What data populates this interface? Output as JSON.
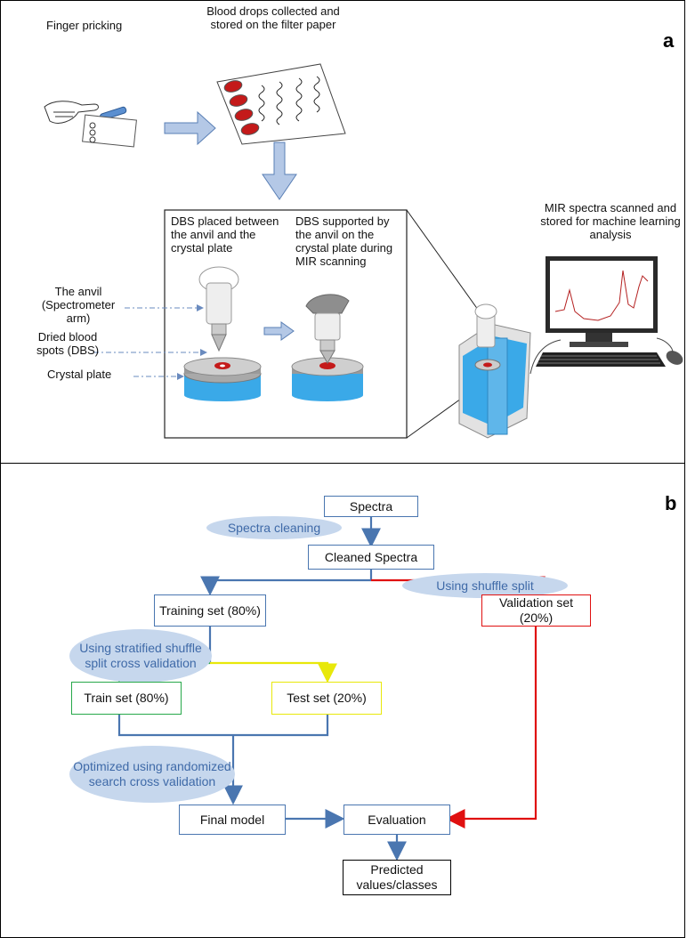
{
  "panel_a": {
    "letter": "a",
    "finger_pricking": "Finger pricking",
    "blood_drops": "Blood drops collected and stored on the filter paper",
    "dbs_placed": "DBS placed between the anvil and the crystal plate",
    "dbs_supported": "DBS supported by the anvil on the crystal plate during MIR scanning",
    "anvil_label": "The anvil (Spectrometer arm)",
    "dbs_label": "Dried blood spots (DBS)",
    "crystal_label": "Crystal plate",
    "mir_label": "MIR spectra scanned and stored for machine learning analysis"
  },
  "panel_b": {
    "letter": "b",
    "spectra": "Spectra",
    "spectra_cleaning": "Spectra cleaning",
    "cleaned_spectra": "Cleaned Spectra",
    "shuffle_split": "Using shuffle split",
    "training_set": "Training set (80%)",
    "validation_set": "Validation set (20%)",
    "stratified": "Using stratified shuffle split cross validation",
    "train_set": "Train set (80%)",
    "test_set": "Test set (20%)",
    "optimized": "Optimized using randomized search cross validation",
    "final_model": "Final model",
    "evaluation": "Evaluation",
    "predicted": "Predicted values/classes"
  },
  "colors": {
    "blue_line": "#4a76b0",
    "red_line": "#e01010",
    "green_line": "#27a84a",
    "yellow_line": "#f2f20a",
    "pill_fill": "#c6d7ed",
    "blood": "#c41a1a",
    "crystal": "#3aa9e8"
  }
}
